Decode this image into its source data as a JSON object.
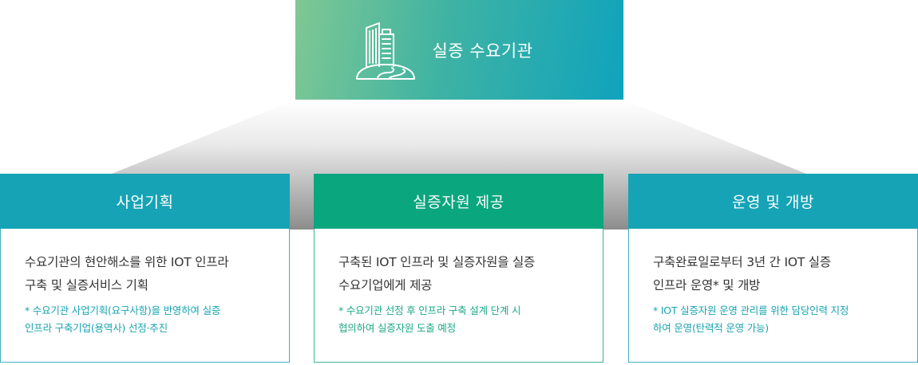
{
  "hero": {
    "title": "실증 수요기관",
    "icon": "city-buildings-icon",
    "gradient": [
      "#7fc893",
      "#0fa3bd"
    ]
  },
  "columns": [
    {
      "heading": "사업기획",
      "header_color": "#16a3b6",
      "main_lines": [
        "수요기관의 현안해소를 위한 IOT 인프라",
        "구축 및 실증서비스 기획"
      ],
      "note_lines": [
        "* 수요기관 사업기획(요구사항)을 반영하여 실증",
        "인프라 구축기업(용역사) 선정·추진"
      ]
    },
    {
      "heading": "실증자원 제공",
      "header_color": "#0aa67e",
      "main_lines": [
        "구축된 IOT 인프라 및 실증자원을 실증",
        "수요기업에게 제공"
      ],
      "note_lines": [
        "* 수요기관 선정 후 인프라 구축 설계 단계 시",
        "협의하여 실증자원 도출 예정"
      ]
    },
    {
      "heading": "운영 및 개방",
      "header_color": "#16a3b6",
      "main_lines": [
        "구축완료일로부터 3년 간 IOT 실증",
        "인프라 운영* 및 개방"
      ],
      "note_lines": [
        "* IOT 실증자원 운영 관리를 위한 담당인력 지정",
        "하여 운영(탄력적 운영 가능)"
      ]
    }
  ]
}
